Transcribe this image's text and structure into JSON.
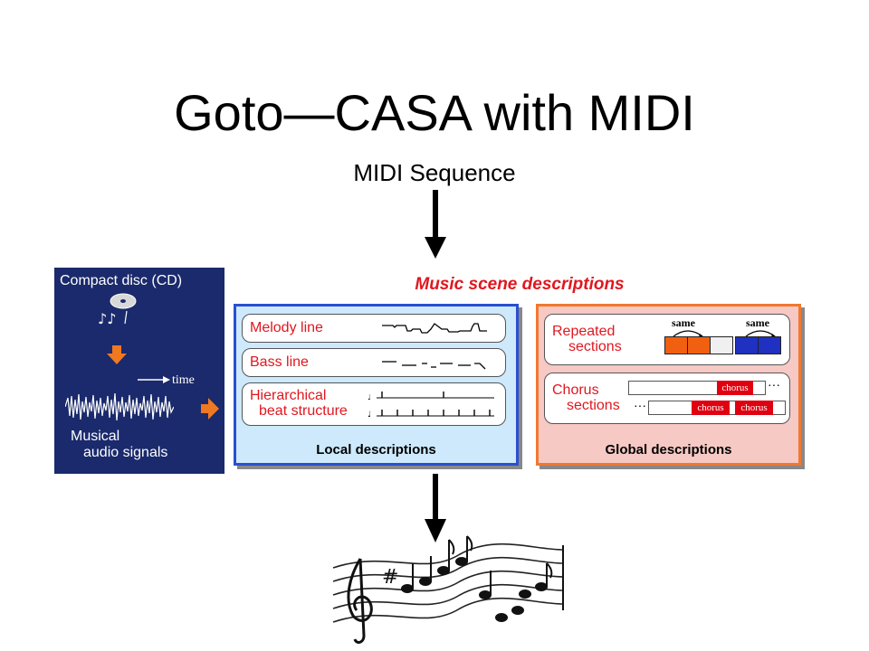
{
  "slide": {
    "title": "Goto—CASA with MIDI",
    "midi_label": "MIDI Sequence"
  },
  "figure": {
    "left_panel": {
      "cd_label": "Compact disc (CD)",
      "time_label": "time",
      "audio_label_line1": "Musical",
      "audio_label_line2": "audio signals"
    },
    "title": "Music scene descriptions",
    "local": {
      "rows": [
        "Melody line",
        "Bass line"
      ],
      "hier_line1": "Hierarchical",
      "hier_line2": "beat structure",
      "caption": "Local descriptions"
    },
    "global": {
      "repeated_line1": "Repeated",
      "repeated_line2": "sections",
      "same_label": "same",
      "chorus_line1": "Chorus",
      "chorus_line2": "sections",
      "chorus_tag": "chorus",
      "ellipsis": "···",
      "caption": "Global descriptions"
    },
    "colors": {
      "panel_navy": "#1a2a6c",
      "accent_red": "#e0171f",
      "local_fill": "#cde9fb",
      "local_border": "#2a4fd0",
      "global_fill": "#f6c9c4",
      "global_border": "#f07830",
      "orange_arrow": "#f07820",
      "section_orange": "#f06010",
      "section_blue": "#2030c0"
    }
  }
}
